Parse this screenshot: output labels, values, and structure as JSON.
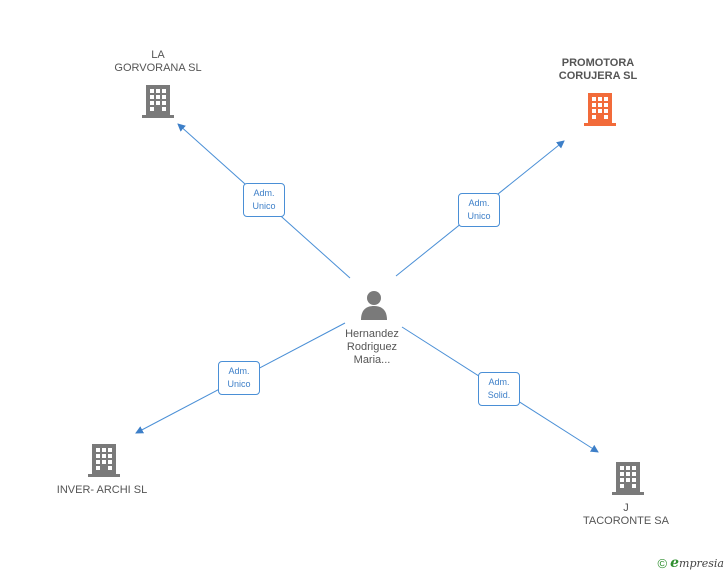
{
  "colors": {
    "edge": "#4a8fd6",
    "company": "#7a7a7a",
    "company_highlight": "#f26b3a",
    "person": "#7a7a7a"
  },
  "center": {
    "name_line1": "Hernandez",
    "name_line2": "Rodriguez",
    "name_line3": "Maria...",
    "icon": "person-icon"
  },
  "companies": {
    "la_gorvorana": {
      "line1": "LA",
      "line2": "GORVORANA SL",
      "icon": "building-icon"
    },
    "promotora": {
      "line1": "PROMOTORA",
      "line2": "CORUJERA SL",
      "icon": "building-icon"
    },
    "inver_archi": {
      "line1": "INVER- ARCHI SL",
      "icon": "building-icon"
    },
    "j_tacoronte": {
      "line1": "J",
      "line2": "TACORONTE SA",
      "icon": "building-icon"
    }
  },
  "relations": {
    "la_gorvorana": {
      "line1": "Adm.",
      "line2": "Unico"
    },
    "promotora": {
      "line1": "Adm.",
      "line2": "Unico"
    },
    "inver_archi": {
      "line1": "Adm.",
      "line2": "Unico"
    },
    "j_tacoronte": {
      "line1": "Adm.",
      "line2": "Solid."
    }
  },
  "footer": {
    "copyright": "©",
    "brand_initial": "e",
    "brand_rest": "mpresia"
  }
}
